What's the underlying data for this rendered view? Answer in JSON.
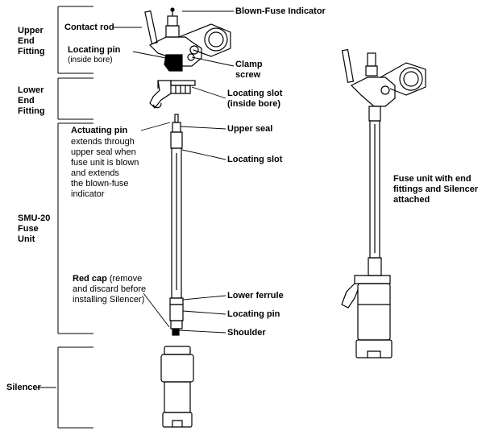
{
  "sections": {
    "upper": [
      "Upper",
      "End",
      "Fitting"
    ],
    "lower": [
      "Lower",
      "End",
      "Fitting"
    ],
    "fuse": [
      "SMU-20",
      "Fuse",
      "Unit"
    ],
    "silencer": "Silencer"
  },
  "callouts": {
    "blown_fuse": "Blown-Fuse Indicator",
    "contact_rod": "Contact rod",
    "locating_pin_bold": "Locating pin",
    "locating_pin_sub": "(inside bore)",
    "clamp_screw": [
      "Clamp",
      "screw"
    ],
    "locating_slot_bore": [
      "Locating slot",
      "(inside bore)"
    ],
    "actuating_pin_bold": "Actuating pin",
    "actuating_pin_desc": [
      "extends through",
      "upper seal when",
      "fuse unit is blown",
      "and extends",
      "the blown-fuse",
      "indicator"
    ],
    "upper_seal": "Upper seal",
    "locating_slot": "Locating slot",
    "red_cap_bold": "Red cap",
    "red_cap_desc": [
      " (remove",
      "and discard before",
      "installing Silencer)"
    ],
    "lower_ferrule": "Lower ferrule",
    "locating_pin": "Locating pin",
    "shoulder": "Shoulder"
  },
  "assembled_caption": [
    "Fuse unit with end",
    "fittings and Silencer",
    "attached"
  ]
}
